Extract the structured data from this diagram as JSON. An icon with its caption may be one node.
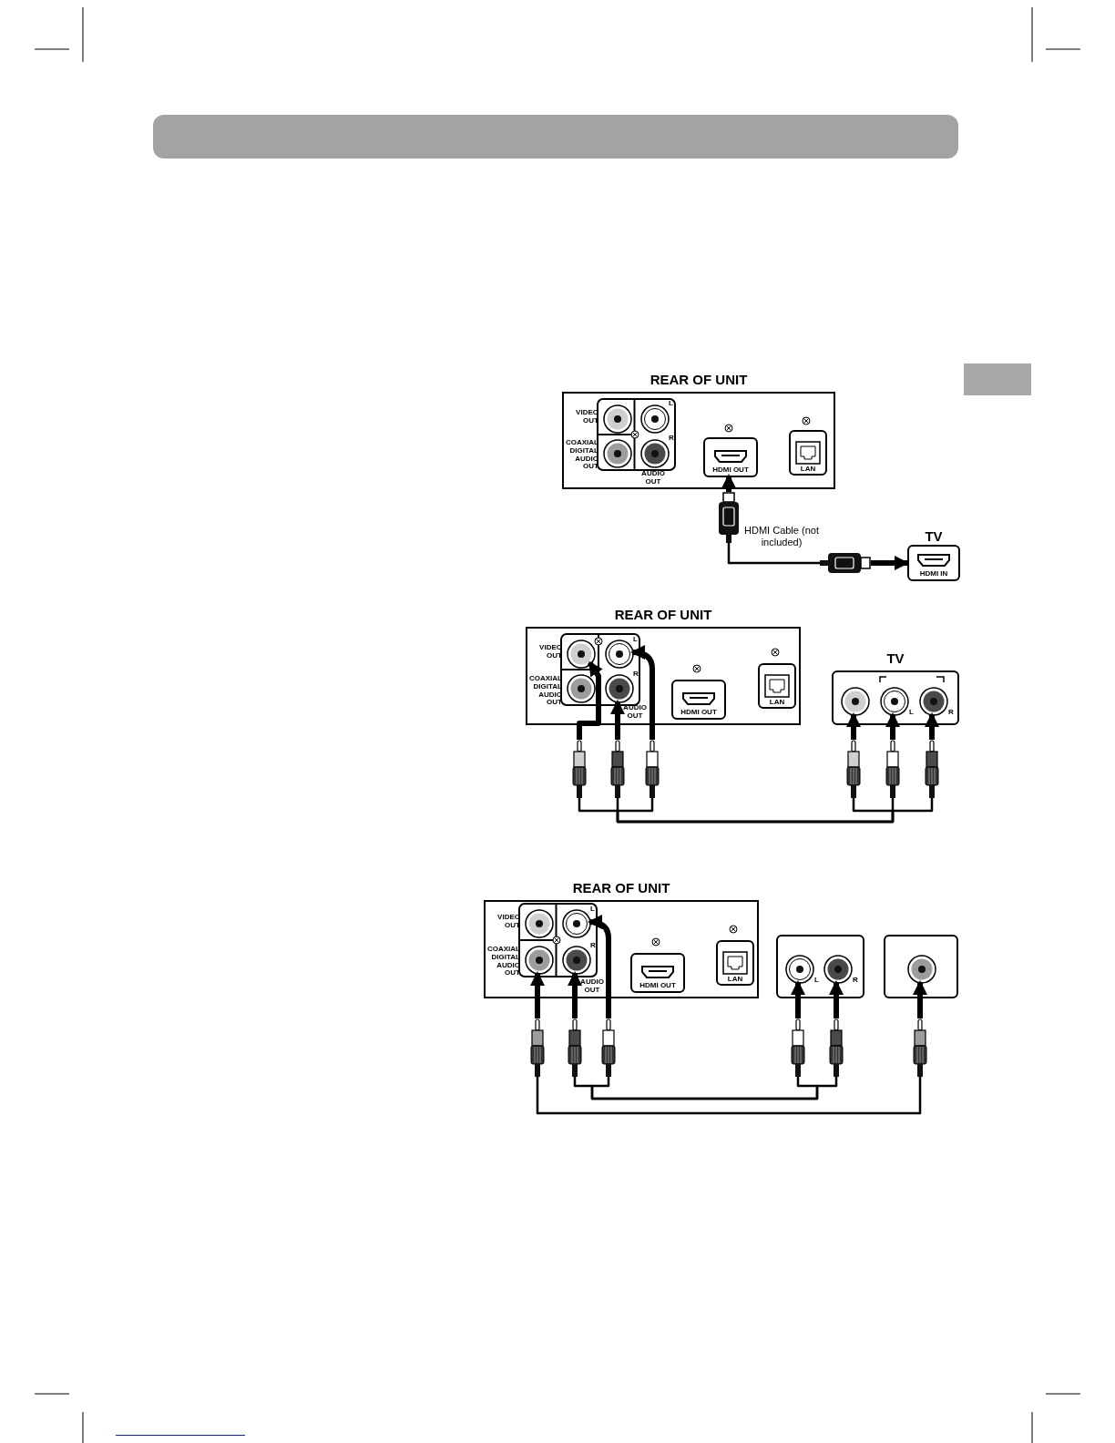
{
  "diagram": {
    "nodes": [
      {
        "text": [
          "REAR OF UNIT"
        ]
      },
      {
        "text": [
          "HDMI OUT"
        ],
        "in": 0
      },
      {
        "text": [
          "LAN"
        ],
        "in": 0
      },
      {
        "text": [
          "TV",
          "HDMI IN"
        ]
      },
      {
        "text": [],
        "shape": "plug"
      },
      {
        "text": [],
        "shape": "plug"
      },
      {
        "text": [
          "REAR OF UNIT"
        ]
      },
      {
        "text": [],
        "shape": "circle",
        "in": 6,
        "beside": [
          "VIDEO OUT"
        ]
      },
      {
        "text": [],
        "shape": "circle",
        "in": 6,
        "beside": [
          "L"
        ]
      },
      {
        "text": [],
        "shape": "circle",
        "in": 6,
        "beside": [
          "R"
        ]
      },
      {
        "text": [
          "HDMI OUT"
        ],
        "in": 6
      },
      {
        "text": [
          "LAN"
        ],
        "in": 6
      },
      {
        "text": [
          "TV"
        ]
      },
      {
        "text": [],
        "shape": "circle",
        "in": 12
      },
      {
        "text": [],
        "shape": "circle",
        "in": 12,
        "beside": [
          "L"
        ]
      },
      {
        "text": [],
        "shape": "circle",
        "in": 12,
        "beside": [
          "R"
        ]
      },
      {
        "text": [],
        "shape": "plug"
      },
      {
        "text": [],
        "shape": "plug"
      },
      {
        "text": [],
        "shape": "plug"
      },
      {
        "text": [],
        "shape": "plug"
      },
      {
        "text": [],
        "shape": "plug"
      },
      {
        "text": [],
        "shape": "plug"
      },
      {
        "text": [
          "REAR OF UNIT"
        ]
      },
      {
        "text": [],
        "shape": "circle",
        "in": 22,
        "beside": [
          "COAXIAL DIGITAL AUDIO OUT"
        ]
      },
      {
        "text": [],
        "shape": "circle",
        "in": 22,
        "beside": [
          "L"
        ]
      },
      {
        "text": [],
        "shape": "circle",
        "in": 22,
        "beside": [
          "R"
        ]
      },
      {
        "text": [
          "HDMI OUT"
        ],
        "in": 22
      },
      {
        "text": [
          "LAN"
        ],
        "in": 22
      },
      {
        "text": [],
        "shape": "box"
      },
      {
        "text": [],
        "shape": "circle",
        "in": 28,
        "beside": [
          "L"
        ]
      },
      {
        "text": [],
        "shape": "circle",
        "in": 28,
        "beside": [
          "R"
        ]
      },
      {
        "text": [],
        "shape": "box"
      },
      {
        "text": [],
        "shape": "circle",
        "in": 31
      },
      {
        "text": [],
        "shape": "plug"
      },
      {
        "text": [],
        "shape": "plug"
      },
      {
        "text": [],
        "shape": "plug"
      },
      {
        "text": [],
        "shape": "plug"
      },
      {
        "text": [],
        "shape": "plug"
      },
      {
        "text": [],
        "shape": "plug"
      },
      {
        "text": [],
        "shape": "circle",
        "in": 0,
        "beside": [
          "VIDEO OUT"
        ]
      },
      {
        "text": [],
        "shape": "circle",
        "in": 0,
        "beside": [
          "L"
        ]
      },
      {
        "text": [],
        "shape": "circle",
        "in": 0,
        "beside": [
          "COAXIAL DIGITAL AUDIO OUT"
        ]
      },
      {
        "text": [],
        "shape": "circle",
        "in": 0,
        "beside": [
          "R"
        ]
      },
      {
        "text": [],
        "shape": "circle",
        "in": 6,
        "beside": [
          "COAXIAL DIGITAL AUDIO OUT"
        ]
      },
      {
        "text": [],
        "shape": "circle",
        "in": 22,
        "beside": [
          "VIDEO OUT"
        ]
      },
      {
        "text": [],
        "shape": "bar"
      },
      {
        "text": [],
        "shape": "box"
      }
    ],
    "edges": [
      {
        "from": 4,
        "to": 1,
        "arrow": "to"
      },
      {
        "from": 5,
        "to": 3,
        "arrow": "to"
      },
      {
        "from": 4,
        "to": 5,
        "arrow": "none",
        "label": "HDMI Cable (not included)"
      },
      {
        "from": 16,
        "to": 7,
        "arrow": "to"
      },
      {
        "from": 17,
        "to": 9,
        "arrow": "to"
      },
      {
        "from": 18,
        "to": 8,
        "arrow": "to"
      },
      {
        "from": 19,
        "to": 13,
        "arrow": "to"
      },
      {
        "from": 20,
        "to": 14,
        "arrow": "to"
      },
      {
        "from": 21,
        "to": 15,
        "arrow": "to"
      },
      {
        "from": 16,
        "to": 19,
        "arrow": "none"
      },
      {
        "from": 17,
        "to": 21,
        "arrow": "none"
      },
      {
        "from": 18,
        "to": 20,
        "arrow": "none"
      },
      {
        "from": 33,
        "to": 23,
        "arrow": "to"
      },
      {
        "from": 34,
        "to": 25,
        "arrow": "to"
      },
      {
        "from": 35,
        "to": 24,
        "arrow": "to"
      },
      {
        "from": 36,
        "to": 29,
        "arrow": "to"
      },
      {
        "from": 37,
        "to": 30,
        "arrow": "to"
      },
      {
        "from": 38,
        "to": 32,
        "arrow": "to"
      },
      {
        "from": 33,
        "to": 38,
        "arrow": "none"
      },
      {
        "from": 34,
        "to": 37,
        "arrow": "none"
      },
      {
        "from": 35,
        "to": 36,
        "arrow": "none"
      }
    ],
    "labels": [
      "AUDIO OUT",
      "AUDIO OUT",
      "AUDIO OUT"
    ]
  }
}
